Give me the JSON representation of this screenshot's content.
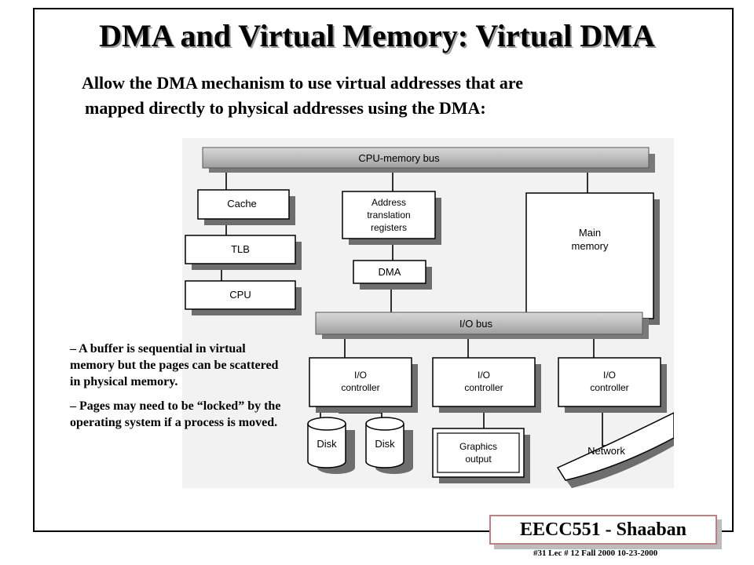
{
  "title": "DMA and Virtual Memory: Virtual DMA",
  "intro": [
    "Allow the DMA mechanism to use virtual addresses that are",
    "mapped directly to physical addresses using the DMA:"
  ],
  "diagram": {
    "cpu_memory_bus": "CPU-memory bus",
    "cache": "Cache",
    "tlb": "TLB",
    "cpu": "CPU",
    "address_translation": [
      "Address",
      "translation",
      "registers"
    ],
    "dma": "DMA",
    "main_memory": [
      "Main",
      "memory"
    ],
    "io_bus": "I/O bus",
    "io_controller": [
      "I/O",
      "controller"
    ],
    "disk": "Disk",
    "graphics_output": [
      "Graphics",
      "output"
    ],
    "network": "Network"
  },
  "notes": [
    "– A buffer is sequential in virtual memory but the pages can be scattered in physical memory.",
    "– Pages may need to be “locked” by the operating system if a process is moved."
  ],
  "badge": "EECC551 - Shaaban",
  "footer": "#31   Lec # 12    Fall 2000  10-23-2000"
}
